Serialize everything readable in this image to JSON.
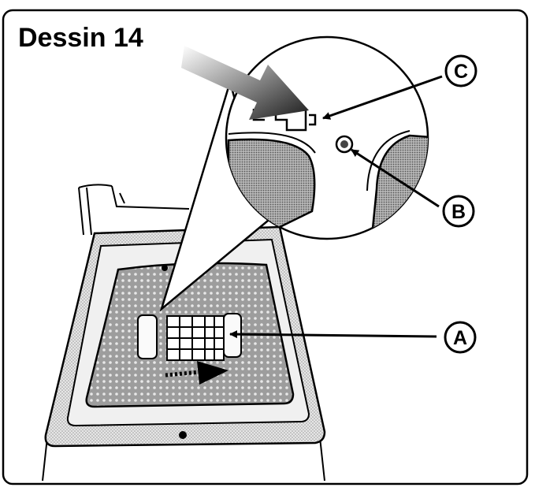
{
  "title": "Dessin 14",
  "callouts": [
    {
      "id": "a",
      "label": "A"
    },
    {
      "id": "b",
      "label": "B"
    },
    {
      "id": "c",
      "label": "C"
    }
  ],
  "colors": {
    "ink": "#000000",
    "paper": "#ffffff",
    "screen_light": "#d9d9d9",
    "screen_mid": "#bdbdbd",
    "screen_dark": "#8f8f8f"
  }
}
